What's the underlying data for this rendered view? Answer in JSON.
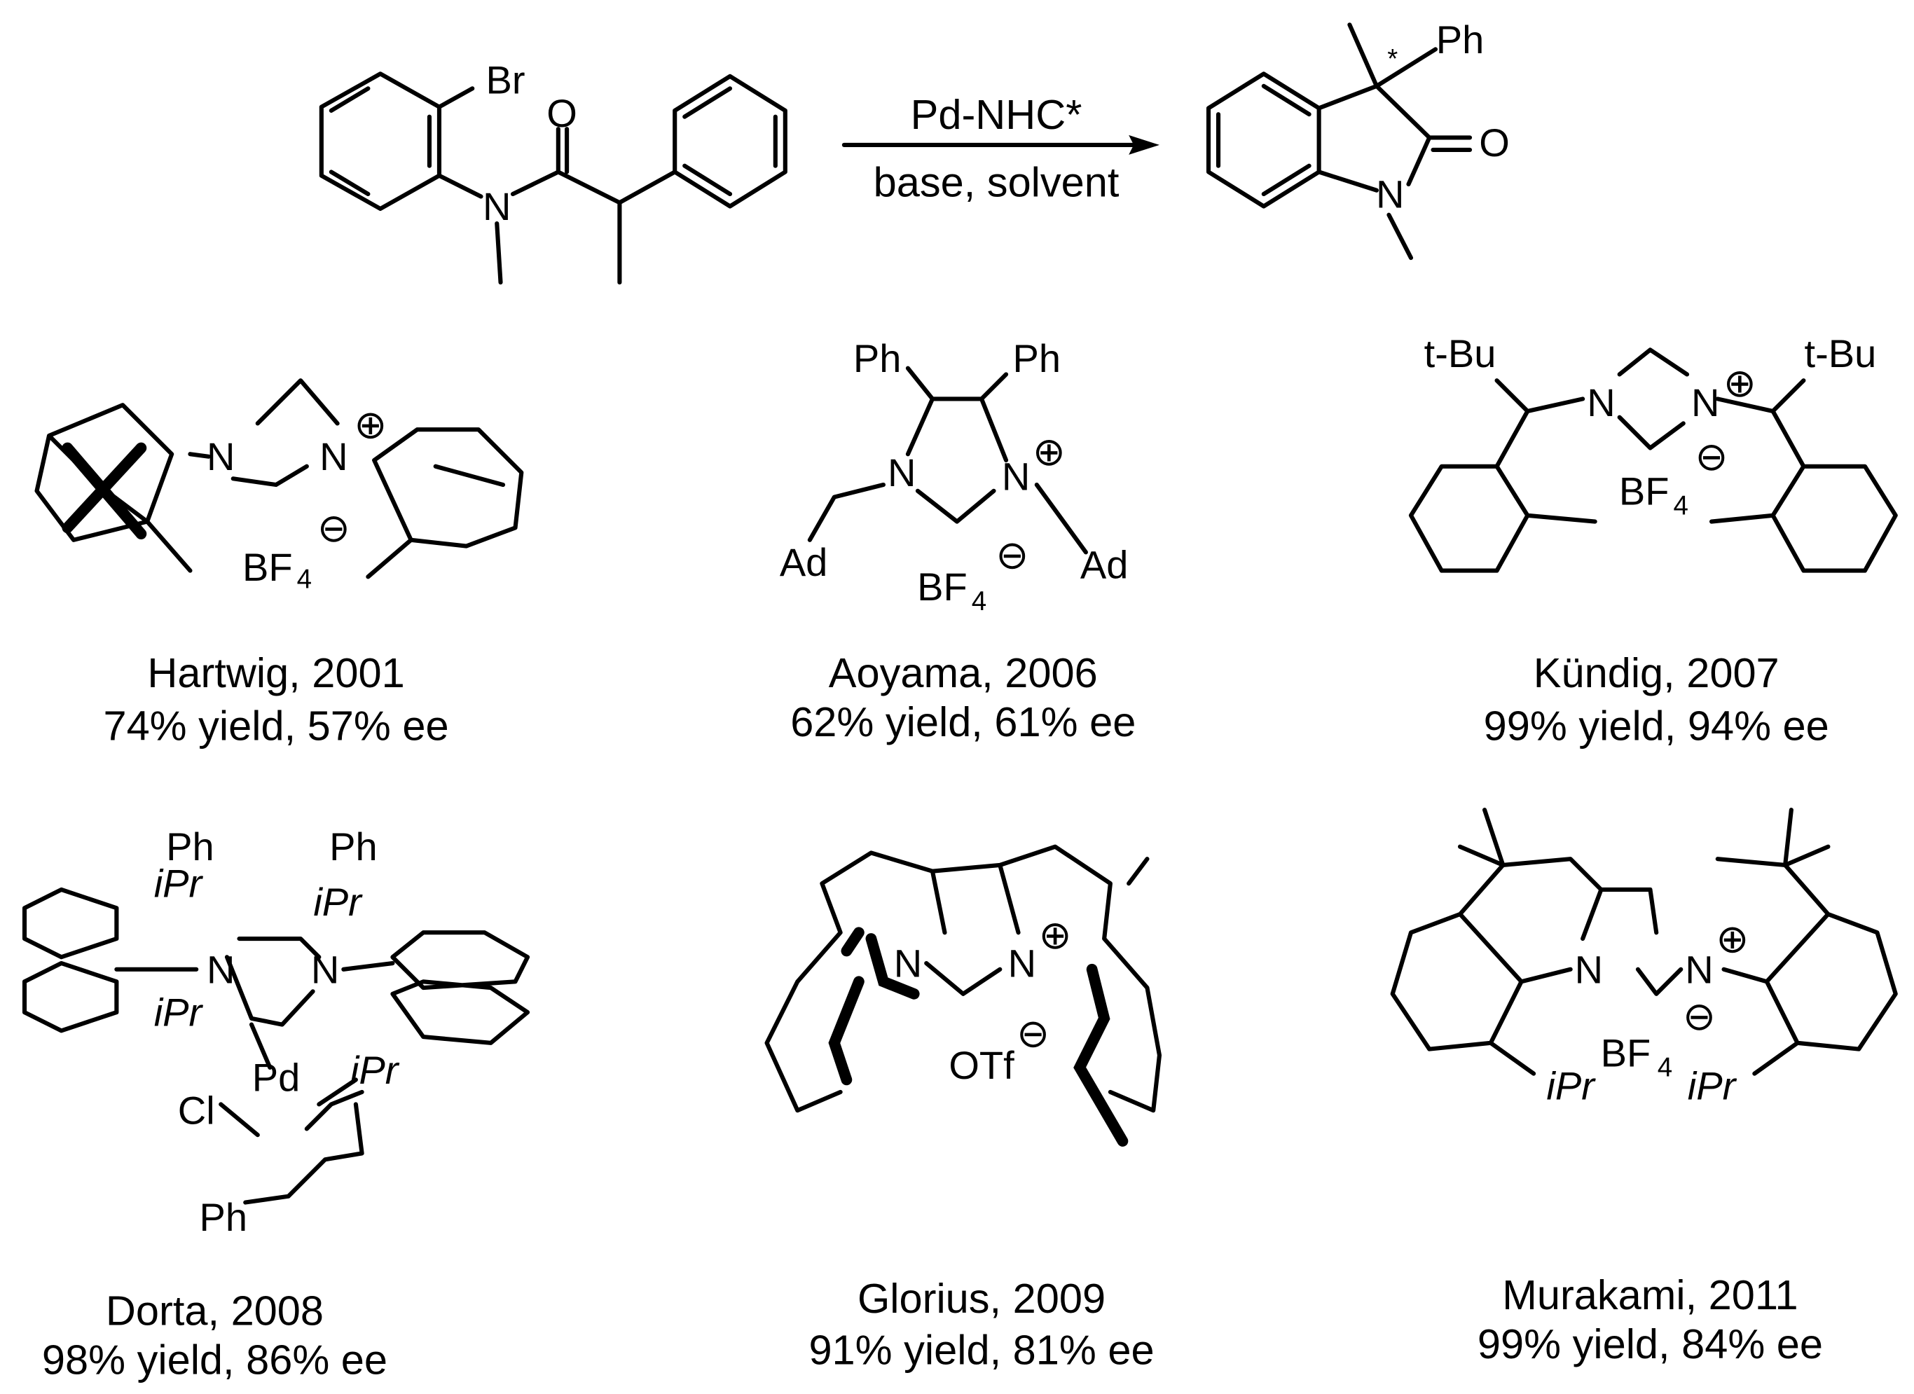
{
  "reaction": {
    "reactant_atoms": [
      "Br",
      "O",
      "N"
    ],
    "reagent_top": "Pd-NHC*",
    "reagent_bottom": "base, solvent",
    "product_atoms": [
      "Ph",
      "*",
      "O",
      "N"
    ]
  },
  "catalysts": [
    {
      "author_year": "Hartwig, 2001",
      "result": "74% yield, 57% ee",
      "atoms": [
        "N",
        "N",
        "⊕",
        "BF",
        "4",
        "⊖"
      ]
    },
    {
      "author_year": "Aoyama, 2006",
      "result": "62% yield, 61% ee",
      "atoms": [
        "Ph",
        "Ph",
        "N",
        "N",
        "⊕",
        "Ad",
        "Ad",
        "BF",
        "4",
        "⊖"
      ]
    },
    {
      "author_year": "Kündig, 2007",
      "result": "99% yield, 94% ee",
      "atoms": [
        "t-Bu",
        "t-Bu",
        "N",
        "N",
        "⊕",
        "⊖",
        "BF",
        "4"
      ]
    },
    {
      "author_year": "Dorta, 2008",
      "result": "98% yield, 86% ee",
      "atoms": [
        "Ph",
        "Ph",
        "iPr",
        "iPr",
        "iPr",
        "iPr",
        "N",
        "N",
        "Pd",
        "Cl",
        "Ph"
      ]
    },
    {
      "author_year": "Glorius, 2009",
      "result": "91% yield, 81% ee",
      "atoms": [
        "N",
        "N",
        "⊕",
        "OTf",
        "⊖"
      ]
    },
    {
      "author_year": "Murakami, 2011",
      "result": "99% yield, 84% ee",
      "atoms": [
        "N",
        "N",
        "⊕",
        "⊖",
        "BF",
        "4",
        "iPr",
        "iPr"
      ]
    }
  ]
}
